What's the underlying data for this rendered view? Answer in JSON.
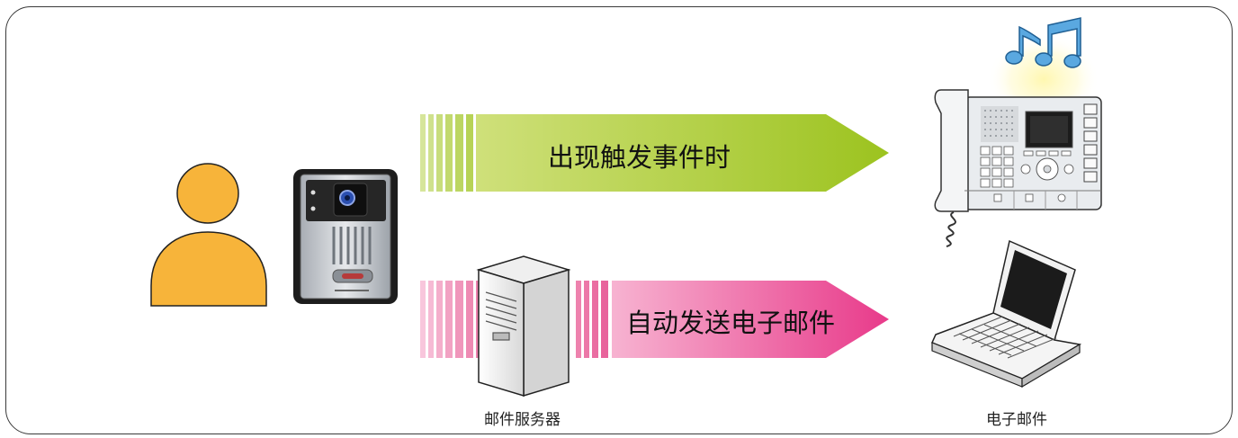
{
  "arrows": {
    "trigger_label": "出现触发事件时",
    "email_label": "自动发送电子邮件"
  },
  "captions": {
    "mail_server": "邮件服务器",
    "email": "电子邮件"
  },
  "colors": {
    "frame_border": "#3a3a3a",
    "person": "#f7b43a",
    "person_outline": "#222222",
    "trigger_arrow": "#b7d53a",
    "email_arrow": "#ec4a95",
    "music_notes": "#5aa8e0",
    "glow": "#fff3a0"
  },
  "icons": [
    "person-icon",
    "door-station-icon",
    "mail-server-icon",
    "master-station-icon",
    "music-notes-icon",
    "laptop-icon"
  ]
}
